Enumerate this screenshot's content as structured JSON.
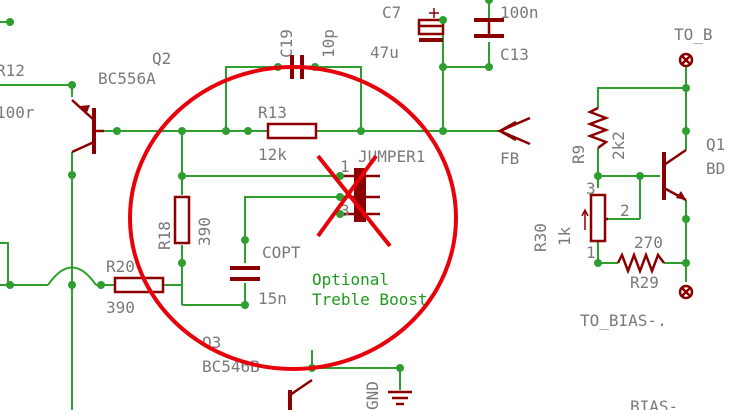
{
  "colors": {
    "wire": "#2e9e2e",
    "part": "#8b0000",
    "label": "#7a7a7a",
    "note": "#1e9a1e",
    "markup": "#e8000a",
    "background": "#ffffff"
  },
  "labels": {
    "r12": "R12",
    "r12_val": "100r",
    "q2": "Q2",
    "q2_val": "BC556A",
    "c19": "C19",
    "c19_val": "10p",
    "c7": "C7",
    "c7_val": "47u",
    "c13": "C13",
    "c13_val": "100n",
    "r13": "R13",
    "r13_val": "12k",
    "jumper": "JUMPER1",
    "pin1": "1",
    "pin3": "3",
    "fb": "FB",
    "r18": "R18",
    "r18_val": "390",
    "copt": "COPT",
    "copt_val": "15n",
    "r20": "R20",
    "r20_val": "390",
    "q3": "Q3",
    "q3_val": "BC546B",
    "gnd": "GND",
    "note_line1": "Optional",
    "note_line2": "Treble Boost",
    "to_b": "TO_B",
    "r9": "R9",
    "r9_val": "2k2",
    "q1": "Q1",
    "q1_val": "BD",
    "r30": "R30",
    "r30_val": "1k",
    "pot_pin3": "3",
    "pot_pin1": "1",
    "pot_pin2": "2",
    "r29": "R29",
    "r29_val": "270",
    "to_bias_minus": "TO_BIAS-.",
    "bias_minus": "BIAS-"
  }
}
